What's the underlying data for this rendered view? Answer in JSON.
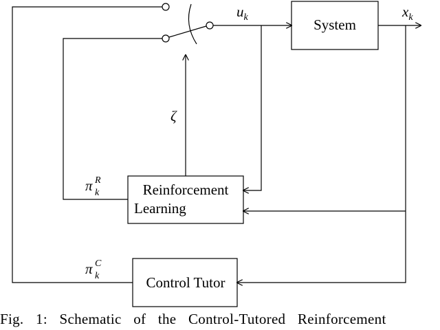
{
  "blocks": {
    "system": "System",
    "rl_line1": "Reinforcement",
    "rl_line2": "Learning",
    "control_tutor": "Control Tutor"
  },
  "signals": {
    "u": "u",
    "u_sub": "k",
    "x": "x",
    "x_sub": "k",
    "zeta": "ζ",
    "pi_r": "π",
    "pi_r_sup": "R",
    "pi_r_sub": "k",
    "pi_c": "π",
    "pi_c_sup": "C",
    "pi_c_sub": "k"
  },
  "caption": "Fig. 1: Schematic of the Control-Tutored Reinforcement"
}
